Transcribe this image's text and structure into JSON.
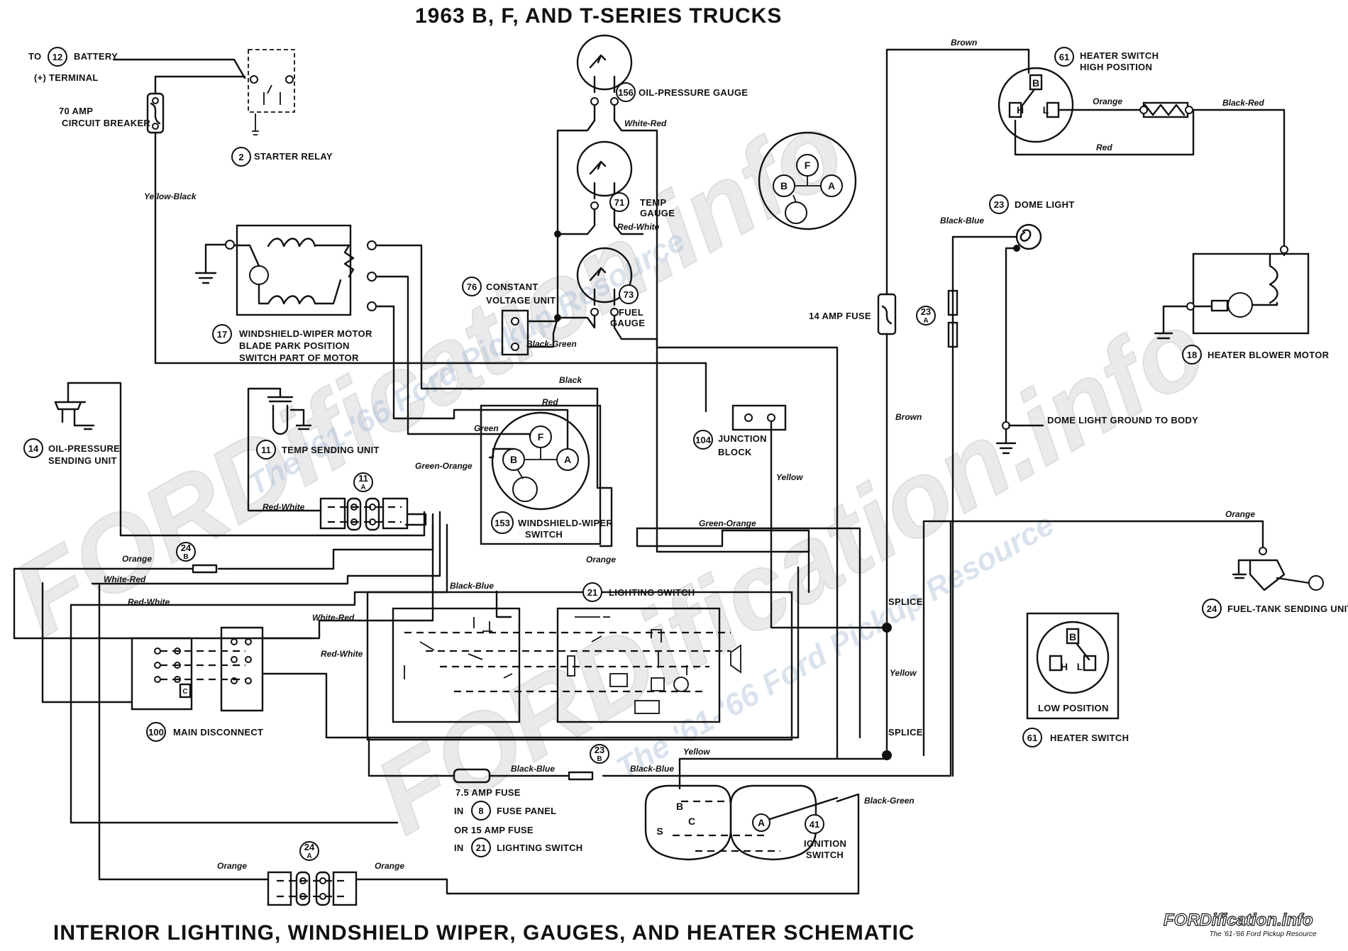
{
  "title": "1963 B, F, AND T-SERIES TRUCKS",
  "footer_title": "INTERIOR LIGHTING, WINDSHIELD WIPER, GAUGES, AND HEATER SCHEMATIC",
  "watermark": {
    "brand": "FORDification.info",
    "tagline": "The '61-'66 Ford Pickup Resource"
  },
  "components": {
    "battery": {
      "prefix": "TO",
      "num": "12",
      "label": "BATTERY",
      "sub": "(+) TERMINAL"
    },
    "circuit_breaker": {
      "line1": "70 AMP",
      "line2": "CIRCUIT BREAKER"
    },
    "starter_relay": {
      "num": "2",
      "label": "STARTER RELAY"
    },
    "oil_gauge": {
      "num": "156",
      "label": "OIL-PRESSURE GAUGE"
    },
    "temp_gauge": {
      "num": "71",
      "line1": "TEMP",
      "line2": "GAUGE"
    },
    "fuel_gauge": {
      "num": "73",
      "line1": "FUEL",
      "line2": "GAUGE"
    },
    "cvu": {
      "num": "76",
      "line1": "CONSTANT",
      "line2": "VOLTAGE UNIT"
    },
    "wiper_motor": {
      "num": "17",
      "line1": "WINDSHIELD-WIPER MOTOR",
      "line2": "BLADE PARK POSITION",
      "line3": "SWITCH PART OF MOTOR"
    },
    "oil_sender": {
      "num": "14",
      "line1": "OIL-PRESSURE",
      "line2": "SENDING UNIT"
    },
    "temp_sender": {
      "num": "11",
      "label": "TEMP SENDING UNIT"
    },
    "conn_11a": {
      "num": "11",
      "sub": "A"
    },
    "conn_24b": {
      "num": "24",
      "sub": "B"
    },
    "conn_24a": {
      "num": "24",
      "sub": "A"
    },
    "conn_23a": {
      "num": "23",
      "sub": "A"
    },
    "conn_23b": {
      "num": "23",
      "sub": "B"
    },
    "wiper_switch": {
      "num": "153",
      "line1": "WINDSHIELD-WIPER",
      "line2": "SWITCH"
    },
    "junction_block": {
      "num": "104",
      "line1": "JUNCTION",
      "line2": "BLOCK"
    },
    "lighting_switch": {
      "num": "21",
      "label": "LIGHTING SWITCH"
    },
    "main_disconnect": {
      "num": "100",
      "label": "MAIN DISCONNECT"
    },
    "fuse_panel": {
      "fuse75": "7.5 AMP FUSE",
      "in1": "IN",
      "num1": "8",
      "label1": "FUSE PANEL",
      "or15": "OR 15 AMP FUSE",
      "in2": "IN",
      "num2": "21",
      "label2": "LIGHTING SWITCH"
    },
    "ignition_switch": {
      "num": "41",
      "line1": "IGNITION",
      "line2": "SWITCH"
    },
    "heater_switch_high": {
      "num": "61",
      "line1": "HEATER SWITCH",
      "line2": "HIGH POSITION"
    },
    "heater_switch_low": {
      "label": "LOW POSITION",
      "num": "61",
      "name": "HEATER SWITCH"
    },
    "dome_light": {
      "num": "23",
      "label": "DOME LIGHT"
    },
    "dome_ground": {
      "label": "DOME LIGHT GROUND TO BODY"
    },
    "fuse_14": {
      "label": "14 AMP FUSE"
    },
    "heater_blower": {
      "num": "18",
      "label": "HEATER BLOWER MOTOR"
    },
    "fuel_sender": {
      "num": "24",
      "label": "FUEL-TANK SENDING UNIT"
    },
    "splice1": {
      "label": "SPLICE"
    },
    "splice2": {
      "label": "SPLICE"
    }
  },
  "pins": {
    "B": "B",
    "F": "F",
    "A": "A",
    "H": "H",
    "L": "L",
    "S": "S",
    "C": "C"
  },
  "wire_colors": {
    "yellow_black": "Yellow-Black",
    "white_red": "White-Red",
    "red_white": "Red-White",
    "black_green": "Black-Green",
    "black": "Black",
    "red": "Red",
    "green": "Green",
    "green_orange": "Green-Orange",
    "orange": "Orange",
    "black_blue": "Black-Blue",
    "brown": "Brown",
    "black_red": "Black-Red",
    "yellow": "Yellow"
  }
}
